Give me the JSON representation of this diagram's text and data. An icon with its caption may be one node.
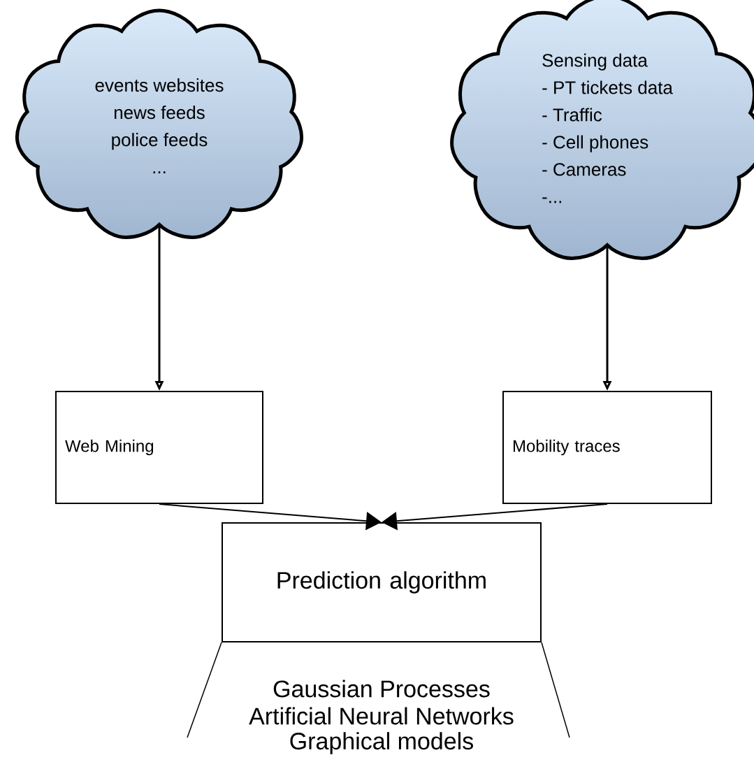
{
  "diagram": {
    "nodes": [
      {
        "text": [
          "events websites",
          "news feeds",
          "police feeds",
          "..."
        ]
      },
      {
        "text": [
          "Sensing data",
          "- PT tickets data",
          "- Traffic",
          "- Cell phones",
          "- Cameras",
          "-..."
        ]
      },
      {
        "text": [
          "Web Mining"
        ]
      },
      {
        "text": [
          "Mobility traces"
        ]
      },
      {
        "text": [
          "Prediction algorithm"
        ]
      }
    ],
    "edges": [
      {
        "from": 0,
        "to": 2,
        "arrow": "to"
      },
      {
        "from": 1,
        "to": 3,
        "arrow": "to"
      },
      {
        "from": 2,
        "to": 4,
        "arrow": "to"
      },
      {
        "from": 3,
        "to": 4,
        "arrow": "to"
      }
    ],
    "labels": [
      "Gaussian Processes",
      "Artificial Neural Networks",
      "Graphical models"
    ]
  }
}
